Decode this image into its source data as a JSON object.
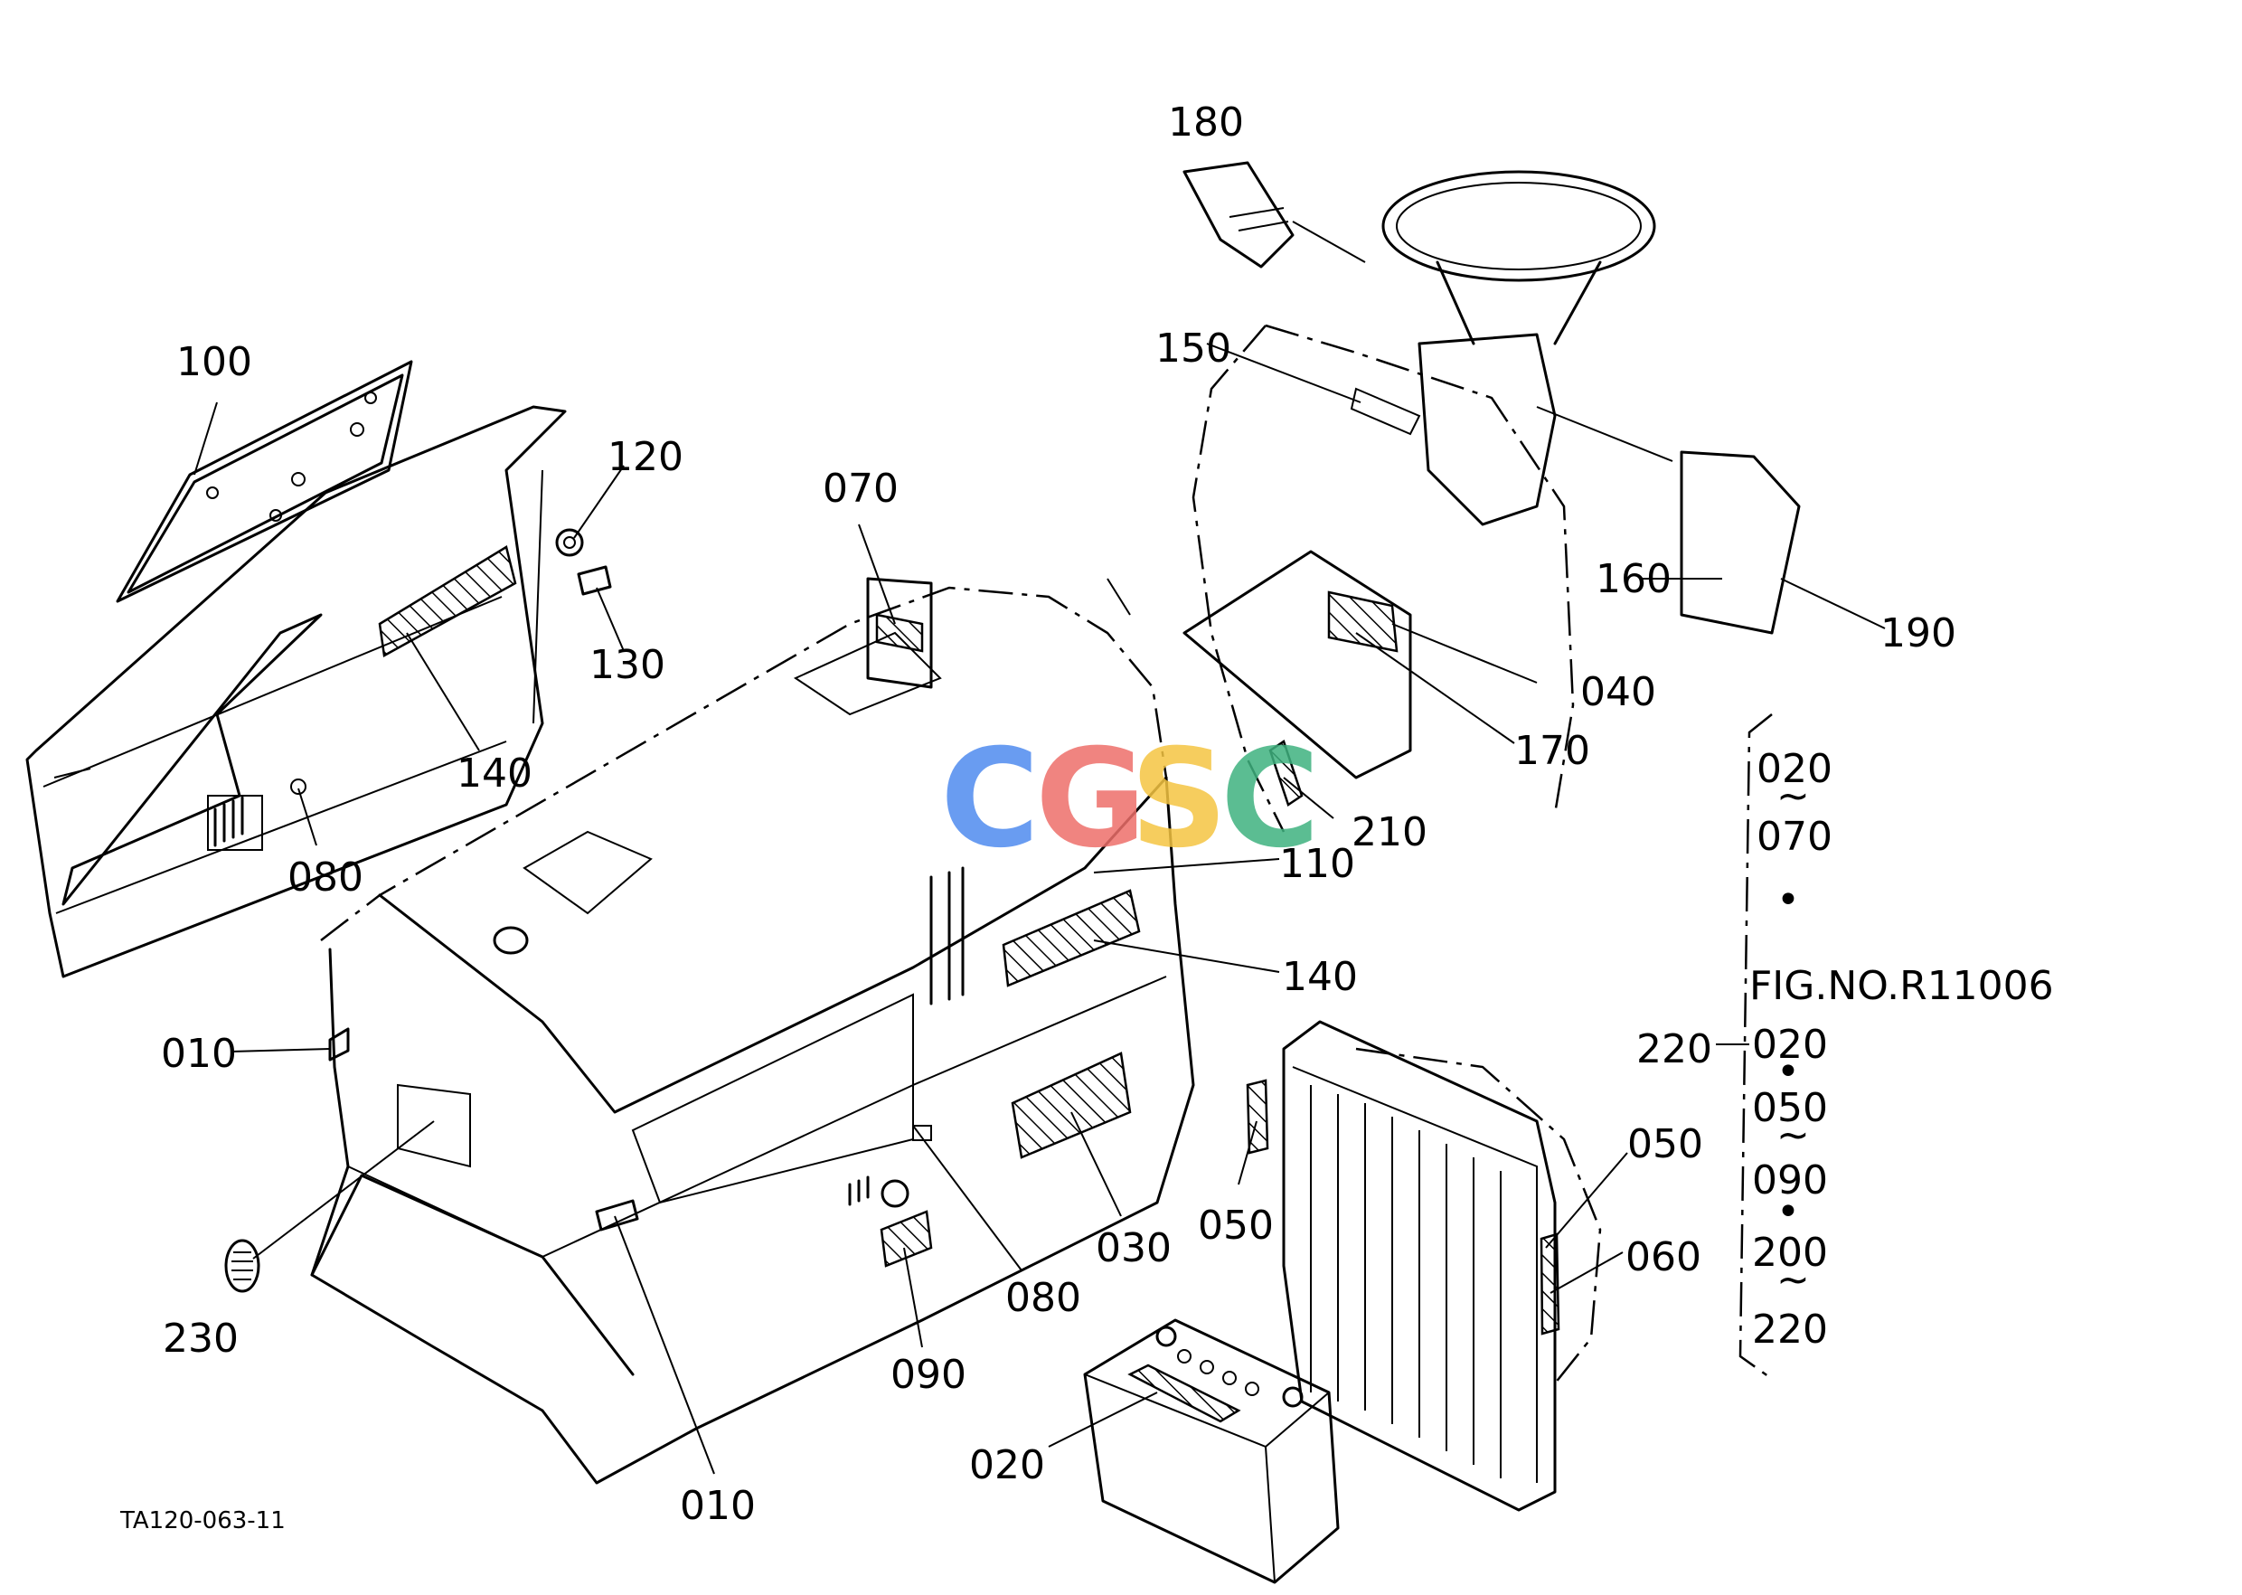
{
  "drawing_code": "TA120-063-11",
  "figure_reference": "FIG.NO.R11006",
  "watermark": {
    "text": [
      "C",
      "G",
      "S",
      "C"
    ],
    "colors": [
      "#4F8BEF",
      "#EE6F6A",
      "#F5C542",
      "#3FB27F"
    ]
  },
  "parts": {
    "p010a": "010",
    "p010b": "010",
    "p020": "020",
    "p030": "030",
    "p040": "040",
    "p050a": "050",
    "p050b": "050",
    "p060": "060",
    "p070": "070",
    "p080a": "080",
    "p080b": "080",
    "p090": "090",
    "p100": "100",
    "p110": "110",
    "p120": "120",
    "p130": "130",
    "p140a": "140",
    "p140b": "140",
    "p150": "150",
    "p160": "160",
    "p170": "170",
    "p180": "180",
    "p190": "190",
    "p210": "210",
    "p220": "220",
    "p230": "230"
  },
  "range_box": {
    "first_from": "020",
    "first_to": "070",
    "codes": [
      "020",
      "050",
      "090",
      "200",
      "220"
    ],
    "tilde": "~",
    "dot": "•"
  }
}
